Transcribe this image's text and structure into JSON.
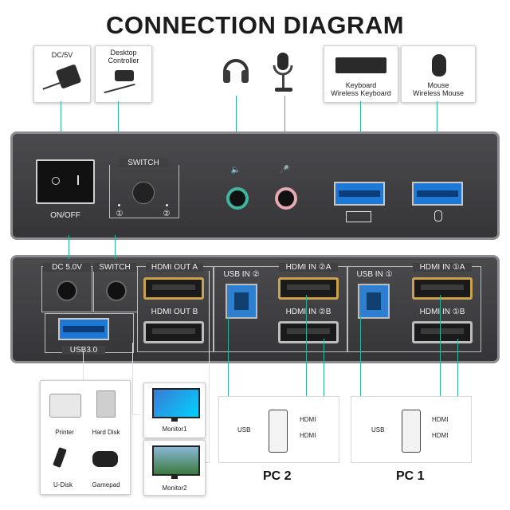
{
  "title": "CONNECTION DIAGRAM",
  "top_cards": {
    "dc": "DC/5V",
    "desktop_controller": "Desktop\nController",
    "keyboard": "Keyboard\nWireless Keyboard",
    "mouse": "Mouse\nWireless Mouse"
  },
  "front_panel": {
    "onoff": "ON/OFF",
    "switch": "SWITCH",
    "port1": "①",
    "port2": "②",
    "audio_icon": "🔈",
    "mic_icon": "🎤"
  },
  "back_panel": {
    "dc": "DC 5.0V",
    "switch": "SWITCH",
    "hdmi_out_a": "HDMI OUT A",
    "hdmi_out_b": "HDMI OUT B",
    "usb_in_2": "USB IN ②",
    "hdmi_in_2a": "HDMI IN ②A",
    "hdmi_in_2b": "HDMI IN ②B",
    "usb_in_1": "USB IN ①",
    "hdmi_in_1a": "HDMI IN ①A",
    "hdmi_in_1b": "HDMI IN ①B",
    "usb30": "USB3.0"
  },
  "devices": {
    "printer": "Printer",
    "hard_disk": "Hard Disk",
    "udisk": "U-Disk",
    "gamepad": "Gamepad",
    "monitor1": "Monitor1",
    "monitor2": "Monitor2"
  },
  "pcs": {
    "pc2_usb": "USB",
    "pc2_hdmi1": "HDMI",
    "pc2_hdmi2": "HDMI",
    "pc2_label": "PC 2",
    "pc1_usb": "USB",
    "pc1_hdmi1": "HDMI",
    "pc1_hdmi2": "HDMI",
    "pc1_label": "PC 1"
  },
  "colors": {
    "accent": "#2bb39a",
    "panel": "#3f3f42",
    "hdmi_gold": "#c9a24b",
    "usb_blue": "#1e78d6"
  }
}
